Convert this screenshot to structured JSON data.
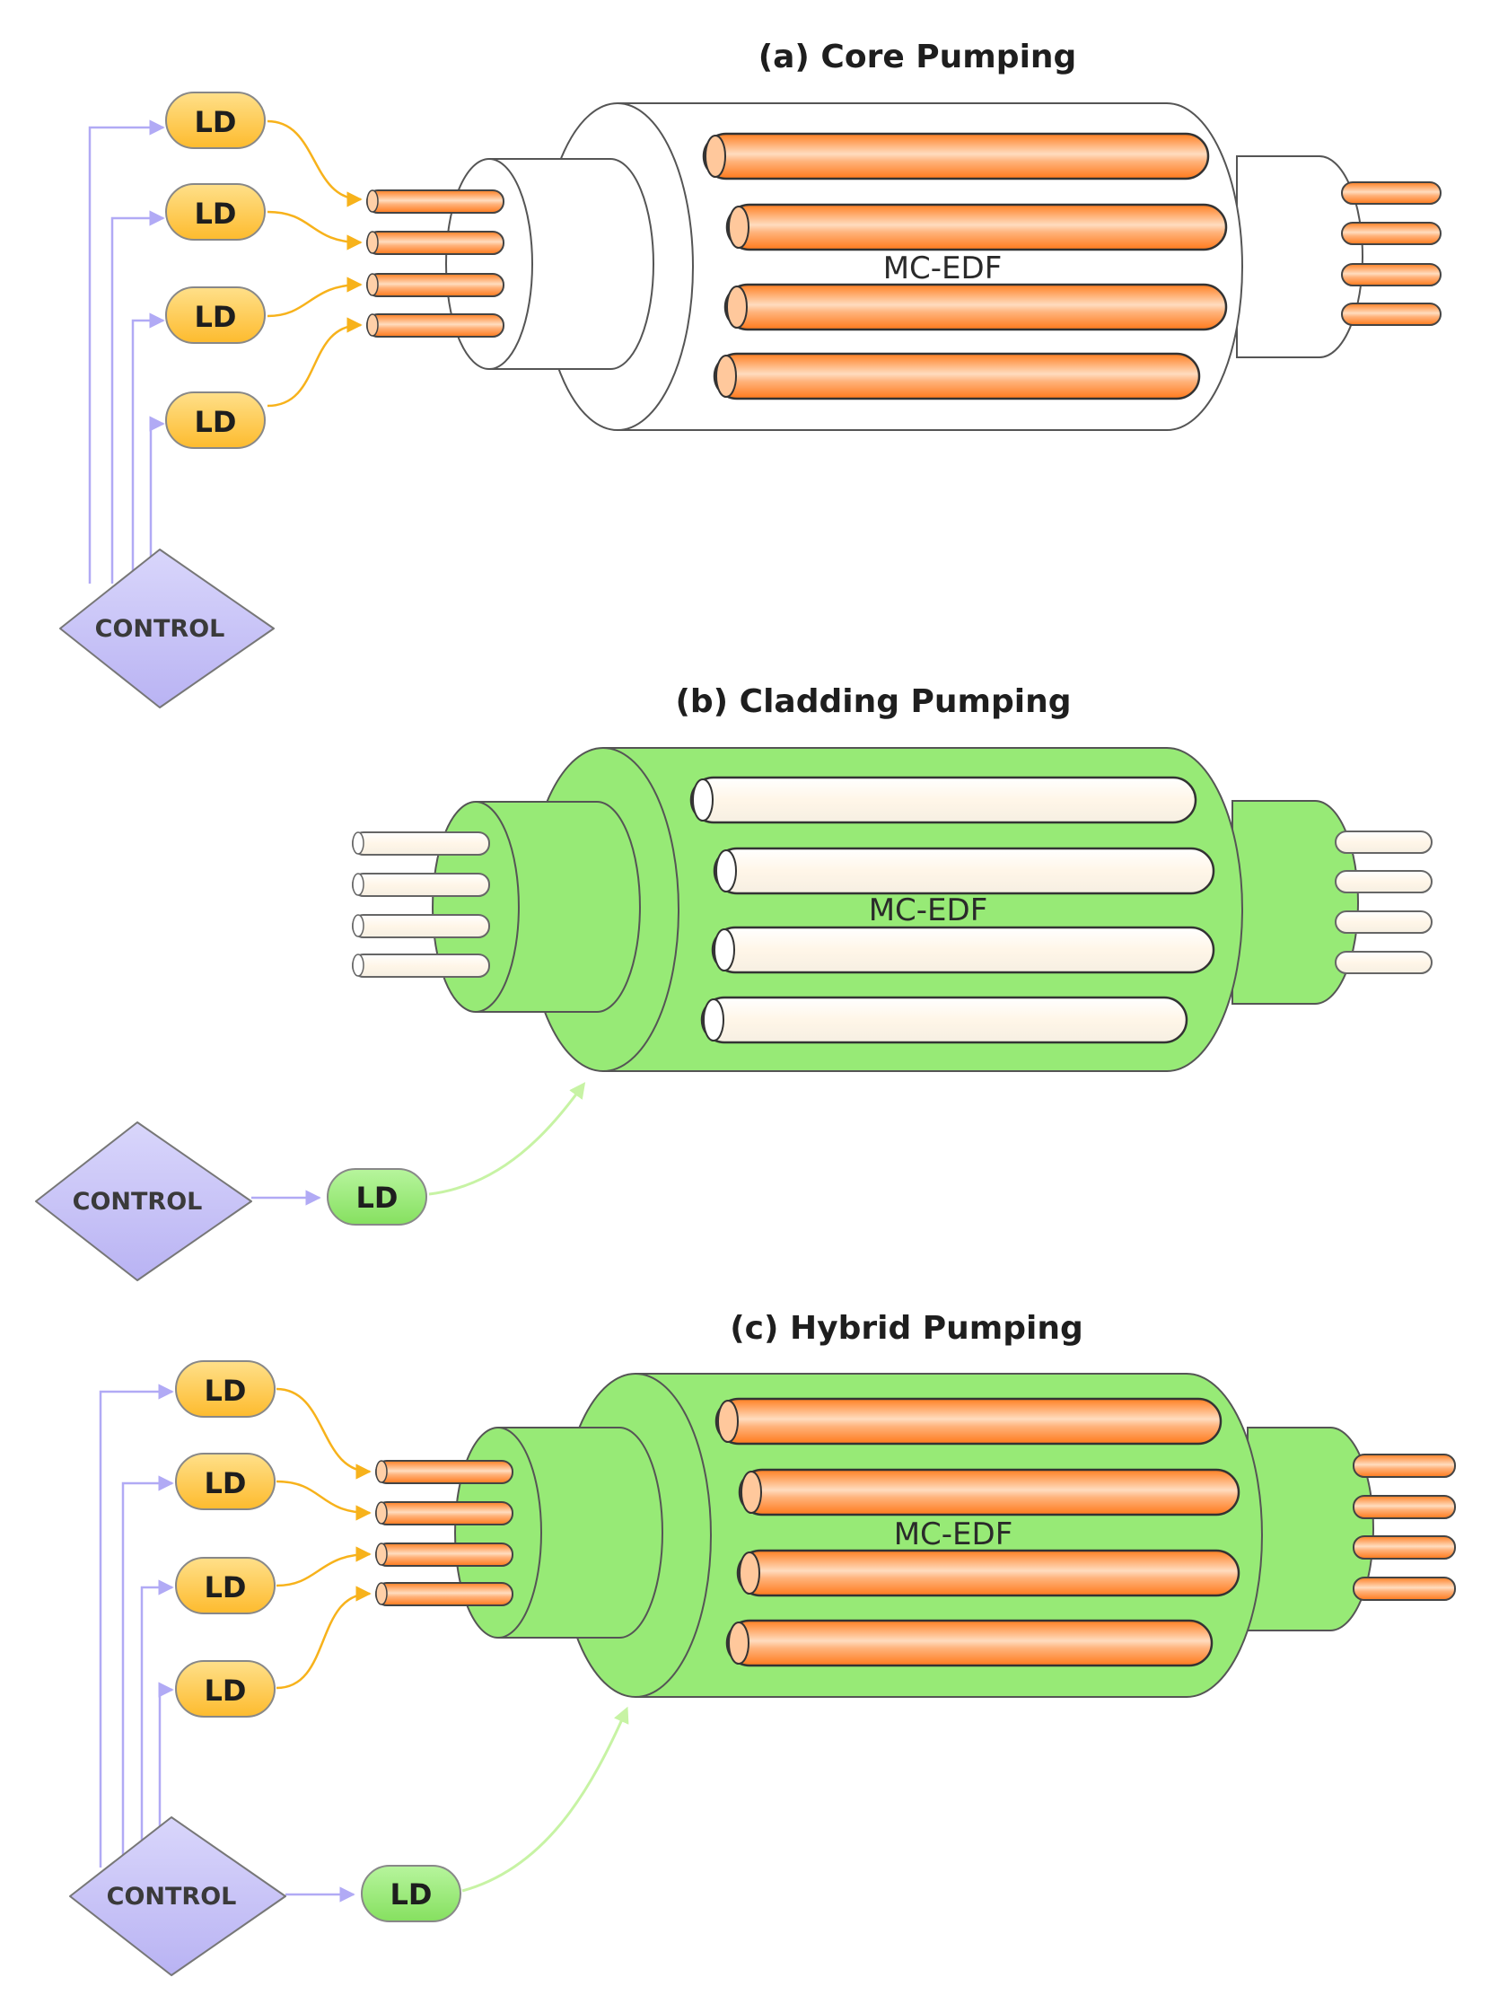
{
  "panels": [
    {
      "title": "(a)  Core Pumping",
      "fiber_label": "MC-EDF",
      "core_pumping": true,
      "cladding_pumping": false,
      "cladding_color": "#ffffff",
      "core_color": "orange",
      "core_lasers": [
        "LD",
        "LD",
        "LD",
        "LD"
      ],
      "cladding_laser": "",
      "control_label": "CONTROL"
    },
    {
      "title": "(b)  Cladding Pumping",
      "fiber_label": "MC-EDF",
      "core_pumping": false,
      "cladding_pumping": true,
      "cladding_color": "#97ea76",
      "core_color": "white",
      "core_lasers": [],
      "cladding_laser": "LD",
      "control_label": "CONTROL"
    },
    {
      "title": "(c)  Hybrid Pumping",
      "fiber_label": "MC-EDF",
      "core_pumping": true,
      "cladding_pumping": true,
      "cladding_color": "#97ea76",
      "core_color": "orange",
      "core_lasers": [
        "LD",
        "LD",
        "LD",
        "LD"
      ],
      "cladding_laser": "LD",
      "control_label": "CONTROL"
    }
  ],
  "colors": {
    "core_orange": "#ff8a36",
    "ld_orange": "#ffc94d",
    "ld_green": "#97ea76",
    "control_purple": "#c6c2f7",
    "signal_line_purple": "#b1aaf5",
    "pump_line_orange": "#f7b21b",
    "pump_line_green": "#c7f3a4",
    "outline": "#555555"
  }
}
